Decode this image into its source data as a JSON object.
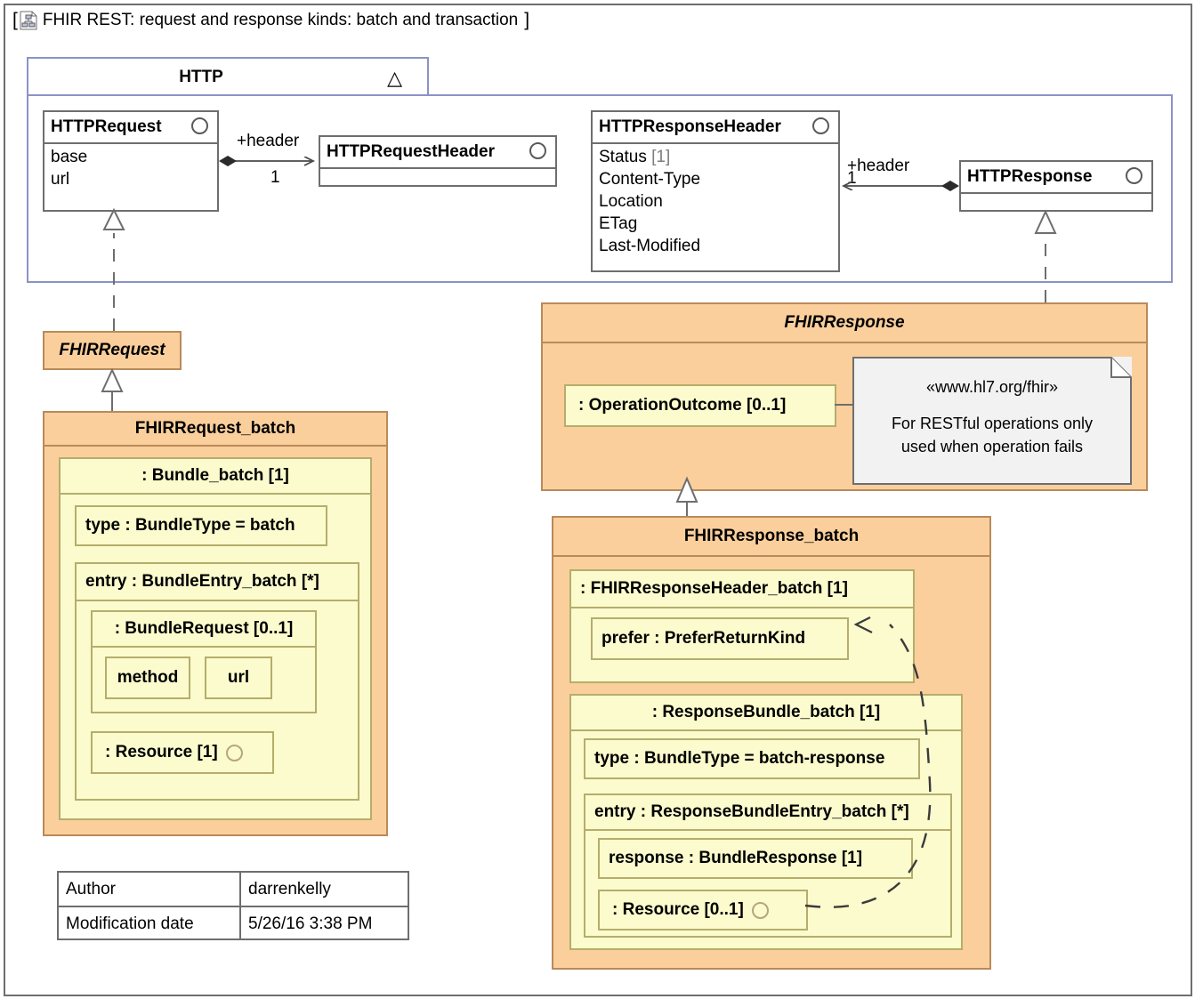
{
  "diagram": {
    "title": "FHIR REST: request and response kinds: batch and transaction",
    "frame_icon": "class-diagram-icon"
  },
  "package": {
    "name": "HTTP",
    "collapse_glyph": "△"
  },
  "classes": {
    "http_request": {
      "name": "HTTPRequest",
      "attributes": [
        "base",
        "url"
      ]
    },
    "http_request_header": {
      "name": "HTTPRequestHeader",
      "attributes": []
    },
    "http_response_header": {
      "name": "HTTPResponseHeader",
      "attributes": [
        {
          "text": "Status",
          "mult": "[1]"
        },
        {
          "text": "Content-Type",
          "mult": ""
        },
        {
          "text": "Location",
          "mult": ""
        },
        {
          "text": "ETag",
          "mult": ""
        },
        {
          "text": "Last-Modified",
          "mult": ""
        }
      ]
    },
    "http_response": {
      "name": "HTTPResponse",
      "attributes": []
    },
    "fhir_request": {
      "name": "FHIRRequest"
    },
    "fhir_response": {
      "name": "FHIRResponse"
    },
    "fhir_request_batch": {
      "name": "FHIRRequest_batch"
    },
    "fhir_response_batch": {
      "name": "FHIRResponse_batch"
    }
  },
  "request_parts": {
    "bundle_batch": ": Bundle_batch [1]",
    "type": "type : BundleType = batch",
    "entry": "entry : BundleEntry_batch [*]",
    "bundle_request": ": BundleRequest [0..1]",
    "method": "method",
    "url": "url",
    "resource": ": Resource [1]"
  },
  "response_parts": {
    "operation_outcome": ": OperationOutcome [0..1]",
    "response_header": ": FHIRResponseHeader_batch [1]",
    "prefer": "prefer : PreferReturnKind",
    "response_bundle": ": ResponseBundle_batch [1]",
    "type": "type : BundleType = batch-response",
    "entry": "entry : ResponseBundleEntry_batch [*]",
    "response": "response : BundleResponse [1]",
    "resource": ": Resource [0..1]"
  },
  "note": {
    "stereotype": "«www.hl7.org/fhir»",
    "line1": "For RESTful operations only",
    "line2": "used when operation fails"
  },
  "edges": {
    "req_header_role": "+header",
    "req_header_mult": "1",
    "resp_header_role": "+header",
    "resp_header_mult": "1"
  },
  "meta_table": {
    "rows": [
      {
        "key": "Author",
        "value": "darrenkelly"
      },
      {
        "key": "Modification date",
        "value": "5/26/16 3:38 PM"
      }
    ]
  },
  "colors": {
    "orange_fill": "#FBCF9C",
    "orange_stroke": "#B98A5A",
    "yellow_fill": "#FBFBCD",
    "yellow_stroke": "#B6AD6C",
    "package_stroke": "#8B93C6",
    "class_stroke": "#6E6E6E",
    "note_fill": "#F2F2F2"
  }
}
